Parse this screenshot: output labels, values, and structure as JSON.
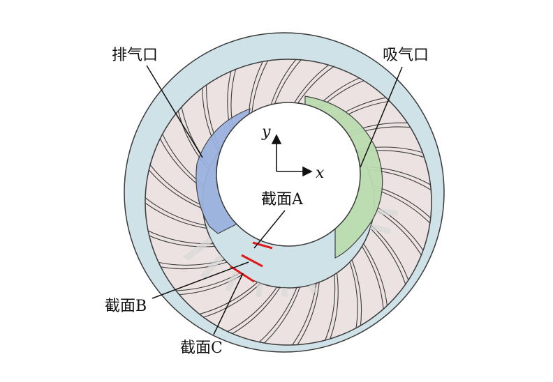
{
  "labels": {
    "exhaust_port": "排气口",
    "intake_port": "吸气口",
    "section_a": "截面A",
    "section_b": "截面B",
    "section_c": "截面C",
    "axis_x": "x",
    "axis_y": "y"
  },
  "colors": {
    "casing": "#cfe2e8",
    "rotor": "#ece2e2",
    "exhaust": "#9bb2df",
    "intake": "#bcdcb0",
    "section_marks": "#e01a1a",
    "outline": "#3a3a3a"
  },
  "rotor": {
    "blade_count": 27
  }
}
